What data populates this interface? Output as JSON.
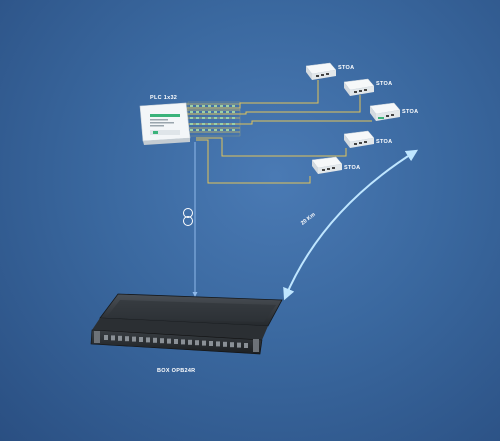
{
  "splitter": {
    "label": "PLC 1x32"
  },
  "onts": [
    {
      "label": "STOA"
    },
    {
      "label": "STOA"
    },
    {
      "label": "STOA"
    },
    {
      "label": "STOA"
    },
    {
      "label": "STOA"
    }
  ],
  "distance": {
    "label": "20 Km"
  },
  "odf_box": {
    "label": "BOX OPB24R"
  },
  "colors": {
    "background": "#3a689f",
    "fiber": "#e0c35a",
    "drop_cable": "#8fb9ea",
    "distance_arrow": "#bfe6ff",
    "device_white": "#eef2f4",
    "device_green": "#3ab37a"
  }
}
